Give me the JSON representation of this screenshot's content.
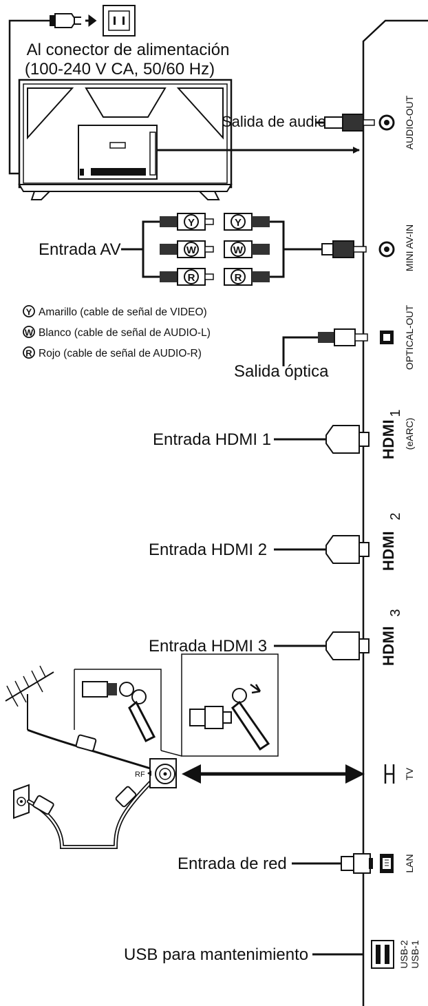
{
  "power": {
    "label_line1": "Al conector de alimentación",
    "label_line2": "(100-240 V CA, 50/60 Hz)"
  },
  "left_labels": {
    "audio_out": "Salida de audio",
    "av_in": "Entrada AV",
    "optical": "Salida óptica",
    "hdmi1": "Entrada HDMI 1",
    "hdmi2": "Entrada HDMI 2",
    "hdmi3": "Entrada HDMI 3",
    "lan": "Entrada de red",
    "usb": "USB para mantenimiento"
  },
  "rca_letters": {
    "yellow": "Y",
    "white": "W",
    "red": "R"
  },
  "legend": [
    {
      "letter": "Y",
      "text": "Amarillo (cable de señal de VIDEO)"
    },
    {
      "letter": "W",
      "text": "Blanco (cable de señal de AUDIO-L)"
    },
    {
      "letter": "R",
      "text": "Rojo (cable de señal de AUDIO-R)"
    }
  ],
  "panel": {
    "audio_out": "AUDIO-OUT",
    "mini_av_in": "MINI AV-IN",
    "optical_out": "OPTICAL-OUT",
    "hdmi_logo": "HDMI",
    "hdmi1_num": "1",
    "hdmi1_sub": "(eARC)",
    "hdmi2_num": "2",
    "hdmi3_num": "3",
    "tv": "TV",
    "lan": "LAN",
    "usb2": "USB-2",
    "usb1": "USB-1"
  },
  "rf_label": "RF"
}
